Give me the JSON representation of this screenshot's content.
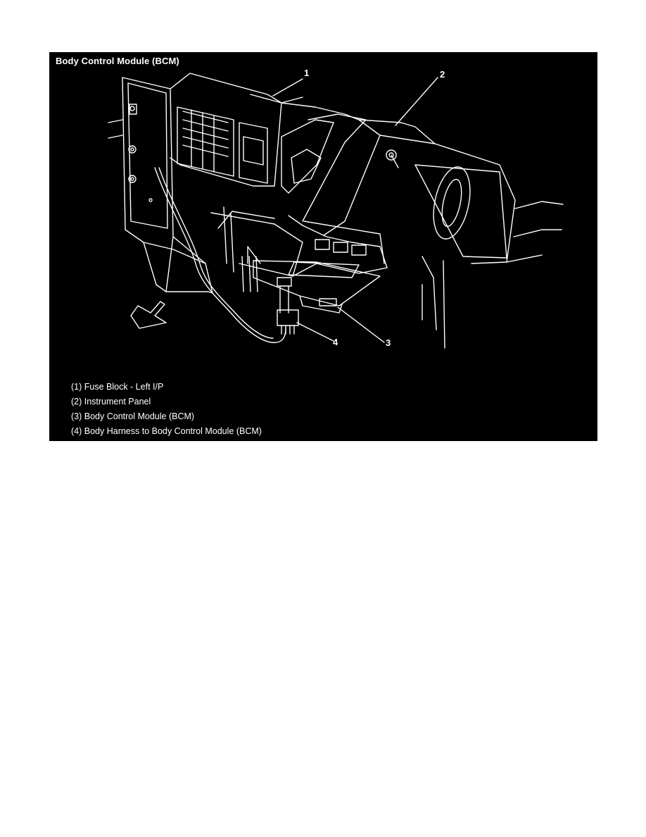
{
  "figure": {
    "title": "Body Control Module (BCM)",
    "callouts": [
      "1",
      "2",
      "3",
      "4"
    ],
    "legend": [
      "(1) Fuse Block - Left I/P",
      "(2) Instrument Panel",
      "(3) Body Control Module (BCM)",
      "(4) Body Harness to Body Control Module (BCM)"
    ]
  }
}
